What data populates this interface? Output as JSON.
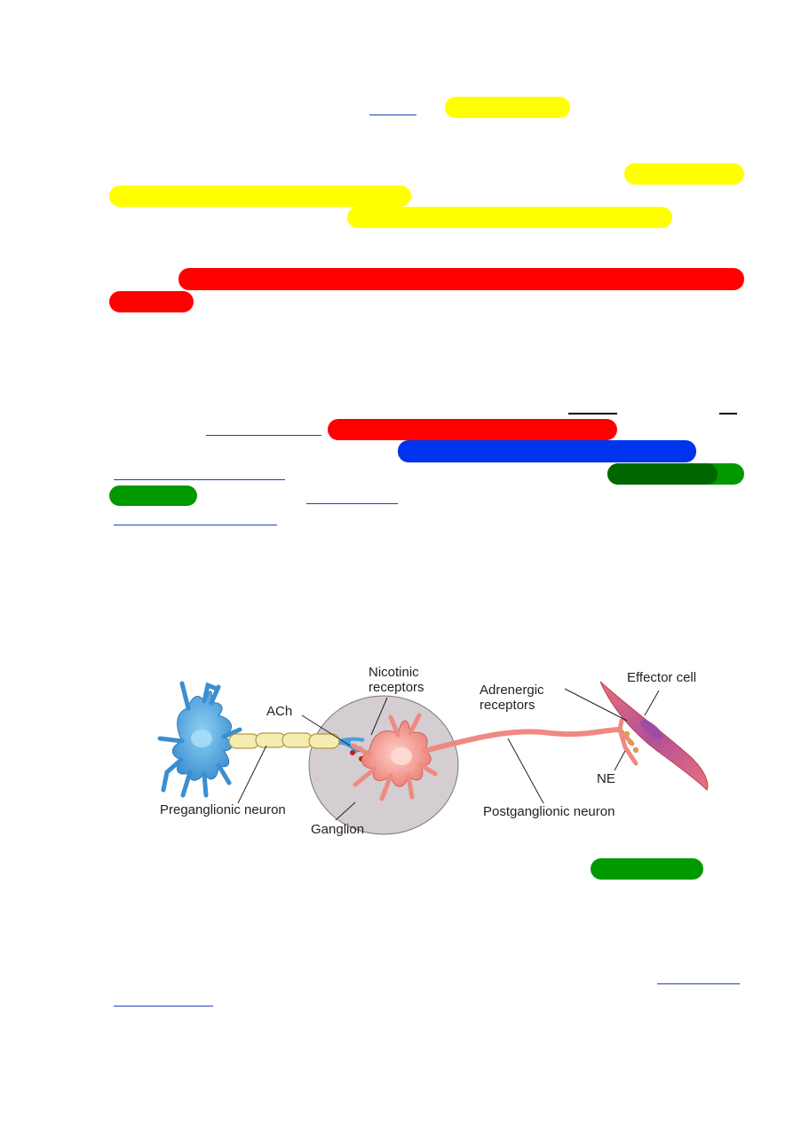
{
  "colors": {
    "highlight_yellow": "#ffff00",
    "highlight_red": "#ff0000",
    "highlight_blue": "#0033ee",
    "highlight_green": "#009900",
    "highlight_dark_green": "#006600",
    "link_blue": "#1f3fbf",
    "pre_neuron": "#4a9fdc",
    "post_neuron": "#ee8a80",
    "ganglion": "#d3ccd0",
    "effector": "#e06a70"
  },
  "figure": {
    "label_nicotinic": "Nicotinic\nreceptors",
    "label_ach": "ACh",
    "label_adrenergic": "Adrenergic\nreceptors",
    "label_effector": "Effector cell",
    "label_ne": "NE",
    "label_pre": "Preganglionic neuron",
    "label_ganglion": "Ganglion",
    "label_post": "Postganglionic neuron"
  }
}
